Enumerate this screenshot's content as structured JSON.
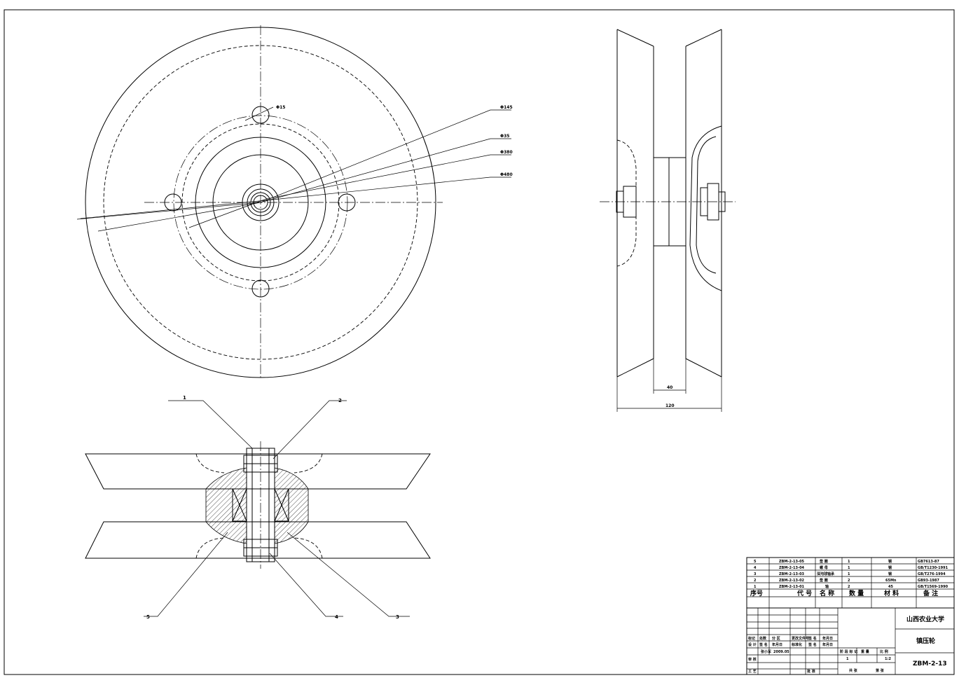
{
  "front_view": {
    "dims": [
      "Φ145",
      "Φ35",
      "Φ380",
      "Φ480",
      "Φ15"
    ]
  },
  "side_view": {
    "dims": [
      "40",
      "120"
    ]
  },
  "section_view": {
    "balloons": [
      "1",
      "2",
      "3",
      "4",
      "5"
    ]
  },
  "bom": {
    "headers": [
      "序号",
      "代 号",
      "名 称",
      "数 量",
      "材 料",
      "备 注"
    ],
    "rows": [
      [
        "5",
        "ZBM-2-13-05",
        "垫 圈",
        "1",
        "钢",
        "GB7613-87"
      ],
      [
        "4",
        "ZBM-2-13-04",
        "螺 母",
        "1",
        "钢",
        "GB/T1230-1991"
      ],
      [
        "3",
        "ZBM-2-13-03",
        "深沟球轴承",
        "1",
        "钢",
        "GB/T276-1994"
      ],
      [
        "2",
        "ZBM-2-13-02",
        "垫 圈",
        "2",
        "65Mn",
        "GB93-1987"
      ],
      [
        "1",
        "ZBM-2-13-01",
        "轴",
        "2",
        "45",
        "GB/T1569-1990"
      ]
    ]
  },
  "title_block": {
    "school": "山西农业大学",
    "part_name": "镇压轮",
    "drawing_no": "ZBM-2-13",
    "scale_value": "1:2",
    "quantity": "1",
    "total_sheets": "共 张",
    "sheet_no": "第 张",
    "labels": {
      "mark": "标记",
      "count": "处数",
      "zone": "分 区",
      "change_doc": "更改文件号",
      "sign": "签 名",
      "date": "年月日",
      "design": "设 计",
      "std": "标准化",
      "check": "审 核",
      "process": "工 艺",
      "approve": "批 准",
      "stage": "阶 段 标 记",
      "weight": "重 量",
      "scale": "比 例",
      "designer": "张小军",
      "design_date": "2009.05"
    }
  }
}
